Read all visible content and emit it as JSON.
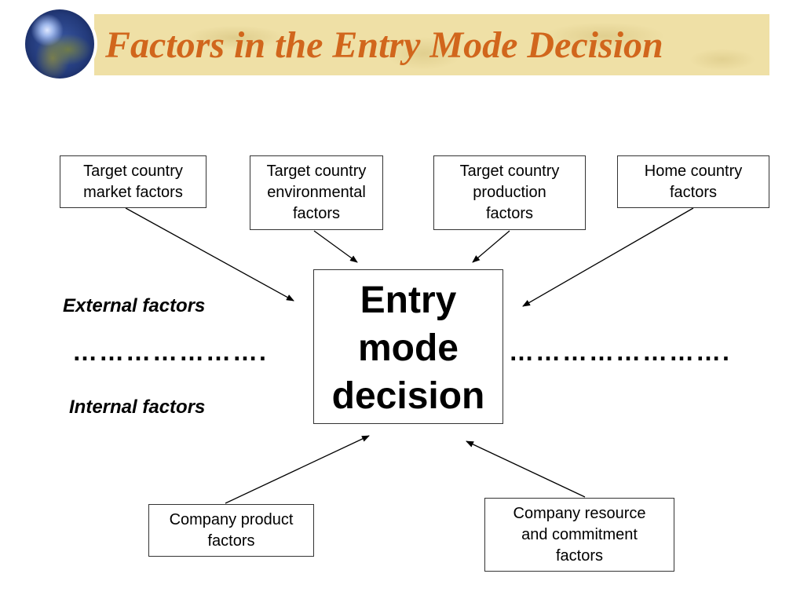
{
  "title": "Factors in the Entry Mode Decision",
  "diagram": {
    "center": {
      "lines": [
        "Entry",
        "mode",
        "decision"
      ]
    },
    "external_boxes": [
      {
        "lines": [
          "Target country",
          "market factors"
        ]
      },
      {
        "lines": [
          "Target country",
          "environmental",
          "factors"
        ]
      },
      {
        "lines": [
          "Target country",
          "production",
          "factors"
        ]
      },
      {
        "lines": [
          "Home country",
          "factors"
        ]
      }
    ],
    "internal_boxes": [
      {
        "lines": [
          "Company product",
          "factors"
        ]
      },
      {
        "lines": [
          "Company resource",
          "and commitment",
          "factors"
        ]
      }
    ],
    "labels": {
      "external": "External factors",
      "internal": "Internal factors"
    },
    "dots_left": "………………….",
    "dots_right": "……………………."
  },
  "colors": {
    "title": "#d1661c",
    "banner": "#efe0a6"
  }
}
